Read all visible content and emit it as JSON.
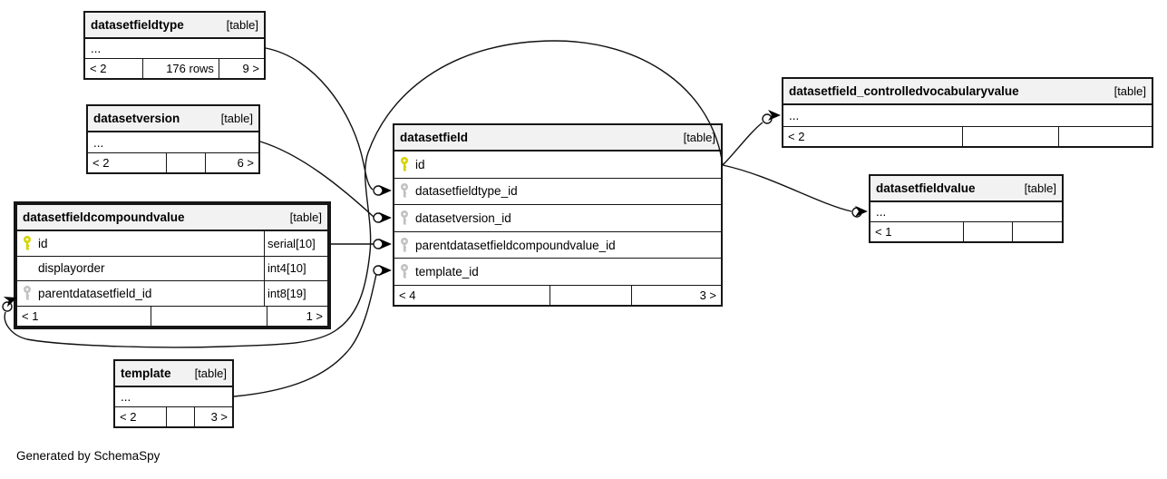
{
  "diagram": {
    "generator_note": "Generated by SchemaSpy",
    "colors": {
      "primary_key": "#d4d400",
      "foreign_key": "#c2c2c2",
      "header_bg": "#f2f2f2",
      "line": "#111111"
    }
  },
  "tables": [
    {
      "name": "datasetfieldtype",
      "tag": "[table]",
      "ellipsis": "...",
      "footer": [
        "< 2",
        "176 rows",
        "9 >"
      ]
    },
    {
      "name": "datasetversion",
      "tag": "[table]",
      "ellipsis": "...",
      "footer": [
        "< 2",
        "",
        "6 >"
      ]
    },
    {
      "name": "datasetfieldcompoundvalue",
      "tag": "[table]",
      "columns": [
        {
          "name": "id",
          "type": "serial[10]",
          "key": "primary"
        },
        {
          "name": "displayorder",
          "type": "int4[10]",
          "key": "none"
        },
        {
          "name": "parentdatasetfield_id",
          "type": "int8[19]",
          "key": "foreign"
        }
      ],
      "footer": [
        "< 1",
        "",
        "1 >"
      ]
    },
    {
      "name": "datasetfield",
      "tag": "[table]",
      "columns": [
        {
          "name": "id",
          "key": "primary"
        },
        {
          "name": "datasetfieldtype_id",
          "key": "foreign"
        },
        {
          "name": "datasetversion_id",
          "key": "foreign"
        },
        {
          "name": "parentdatasetfieldcompoundvalue_id",
          "key": "foreign"
        },
        {
          "name": "template_id",
          "key": "foreign"
        }
      ],
      "footer": [
        "< 4",
        "",
        "3 >"
      ]
    },
    {
      "name": "datasetfield_controlledvocabularyvalue",
      "tag": "[table]",
      "ellipsis": "...",
      "footer": [
        "< 2",
        "",
        ""
      ]
    },
    {
      "name": "datasetfieldvalue",
      "tag": "[table]",
      "ellipsis": "...",
      "footer": [
        "< 1",
        "",
        ""
      ]
    },
    {
      "name": "template",
      "tag": "[table]",
      "ellipsis": "...",
      "footer": [
        "< 2",
        "",
        "3 >"
      ]
    }
  ],
  "relationships": [
    {
      "from": "datasetfieldtype",
      "to": "datasetfield.datasetfieldtype_id"
    },
    {
      "from": "datasetversion",
      "to": "datasetfield.datasetversion_id"
    },
    {
      "from": "datasetfieldcompoundvalue.id",
      "to": "datasetfield.parentdatasetfieldcompoundvalue_id"
    },
    {
      "from": "template",
      "to": "datasetfield.template_id"
    },
    {
      "from": "datasetfield.id",
      "to": "datasetfield_controlledvocabularyvalue"
    },
    {
      "from": "datasetfield.id",
      "to": "datasetfieldvalue"
    },
    {
      "from": "datasetfield.id",
      "to": "datasetfieldcompoundvalue.parentdatasetfield_id"
    }
  ]
}
